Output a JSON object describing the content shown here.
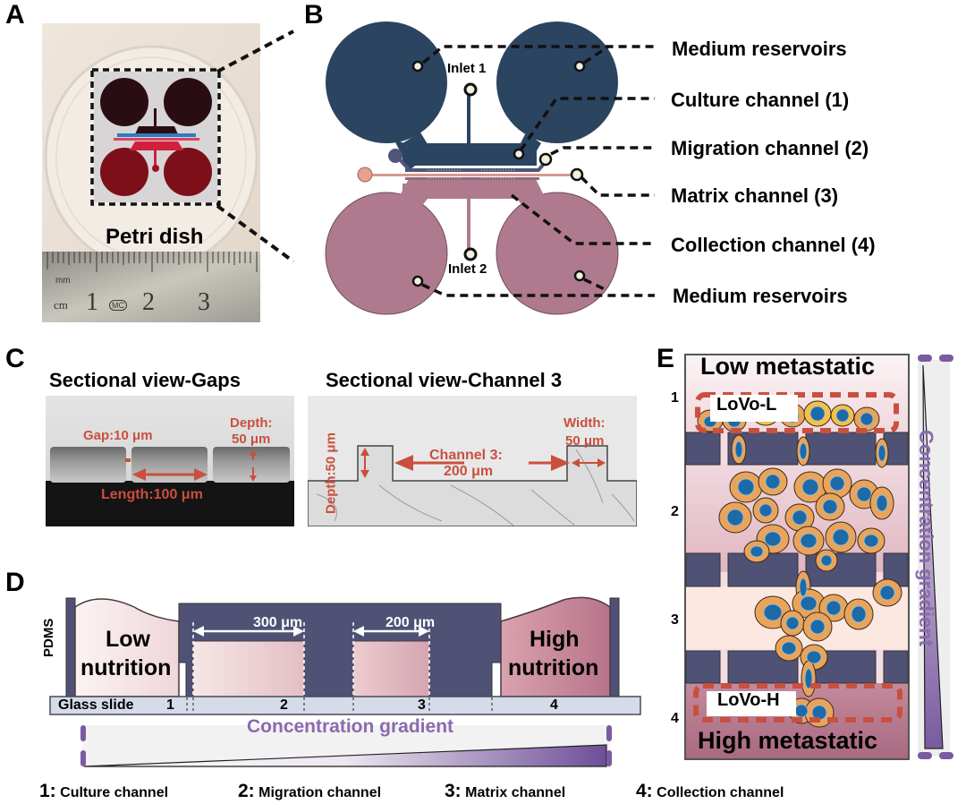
{
  "panels": {
    "A": {
      "letter": "A",
      "caption": "Petri dish",
      "ruler": {
        "unit_mm": "mm",
        "unit_cm": "cm",
        "ticks": [
          "1",
          "2",
          "3"
        ],
        "logo": "MC"
      }
    },
    "B": {
      "letter": "B",
      "inlets": [
        "Inlet 1",
        "Inlet 2"
      ],
      "labels": [
        "Medium reservoirs",
        "Culture channel (1)",
        "Migration channel (2)",
        "Matrix channel (3)",
        "Collection channel (4)",
        "Medium reservoirs"
      ],
      "colors": {
        "top": "#2b4460",
        "bottom": "#b07a8e",
        "migration": "#515579",
        "matrix_inlet": "#e8a090"
      }
    },
    "C": {
      "letter": "C",
      "left": {
        "title": "Sectional view-Gaps",
        "gap": "Gap:10 μm",
        "depth_line1": "Depth:",
        "depth_line2": "50 μm",
        "length": "Length:100 μm"
      },
      "right": {
        "title": "Sectional view-Channel 3",
        "depth": "Depth:50 μm",
        "channel_line1": "Channel 3:",
        "channel_line2": "200 μm",
        "width_line1": "Width:",
        "width_line2": "50 μm"
      },
      "annotation_color": "#c9503e"
    },
    "D": {
      "letter": "D",
      "pdms": "PDMS",
      "low_line1": "Low",
      "low_line2": "nutrition",
      "high_line1": "High",
      "high_line2": "nutrition",
      "dim1": "300 μm",
      "dim2": "200 μm",
      "glass": "Glass slide",
      "sections": [
        "1",
        "2",
        "3",
        "4"
      ],
      "gradient": "Concentration gradient",
      "colors": {
        "pdms": "#4f5275",
        "gradient": "#7a5aa0"
      }
    },
    "E": {
      "letter": "E",
      "top": "Low metastatic",
      "bottom": "High metastatic",
      "lovo_l": "LoVo-L",
      "lovo_h": "LoVo-H",
      "rows": [
        "1",
        "2",
        "3",
        "4"
      ],
      "gradient": "Concentration gradient"
    }
  },
  "legend": [
    {
      "num": "1:",
      "label": "Culture channel"
    },
    {
      "num": "2:",
      "label": "Migration channel"
    },
    {
      "num": "3:",
      "label": "Matrix channel"
    },
    {
      "num": "4:",
      "label": "Collection channel"
    }
  ]
}
